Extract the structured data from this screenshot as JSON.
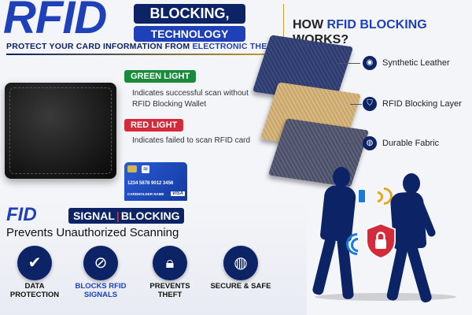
{
  "header": {
    "rfid": "RFID",
    "tag1": "BLOCKING,",
    "tag2": "TECHNOLOGY",
    "subline_main": "PROTECT YOUR CARD INFORMATION FROM ",
    "subline_highlight": "ELECTRONIC THEFT"
  },
  "how": {
    "prefix": "HOW ",
    "highlight": "RFID BLOCKING",
    "suffix": "WORKS?"
  },
  "lights": {
    "green_label": "GREEN LIGHT",
    "green_desc": "Indicates successful scan without RFID Blocking Wallet",
    "red_label": "RED LIGHT",
    "red_desc": "Indicates failed to scan RFID card"
  },
  "card": {
    "number": "1234 5678 9012 3456",
    "name": "CARDHOLDER NAME",
    "brand": "VISA"
  },
  "layers": [
    {
      "label": "Synthetic Leather",
      "icon": "leather-icon"
    },
    {
      "label": "RFID Blocking Layer",
      "icon": "shield-icon"
    },
    {
      "label": "Durable Fabric",
      "icon": "globe-icon"
    }
  ],
  "signal": {
    "fid": "FID",
    "signal": "SIGNAL",
    "blocking": "BLOCKING",
    "prevents": "Prevents Unauthorized Scanning"
  },
  "features": [
    {
      "label": "DATA PROTECTION",
      "icon": "shield-check-icon"
    },
    {
      "label": "BLOCKS RFID SIGNALS",
      "icon": "no-signal-icon"
    },
    {
      "label": "PREVENTS THEFT",
      "icon": "lock-icon"
    },
    {
      "label": "SECURE & SAFE",
      "icon": "globe-icon"
    }
  ],
  "colors": {
    "navy": "#0c2466",
    "blue": "#1e40b8",
    "green": "#1a8a3d",
    "red": "#d32b3a",
    "gold": "#c9a227"
  }
}
